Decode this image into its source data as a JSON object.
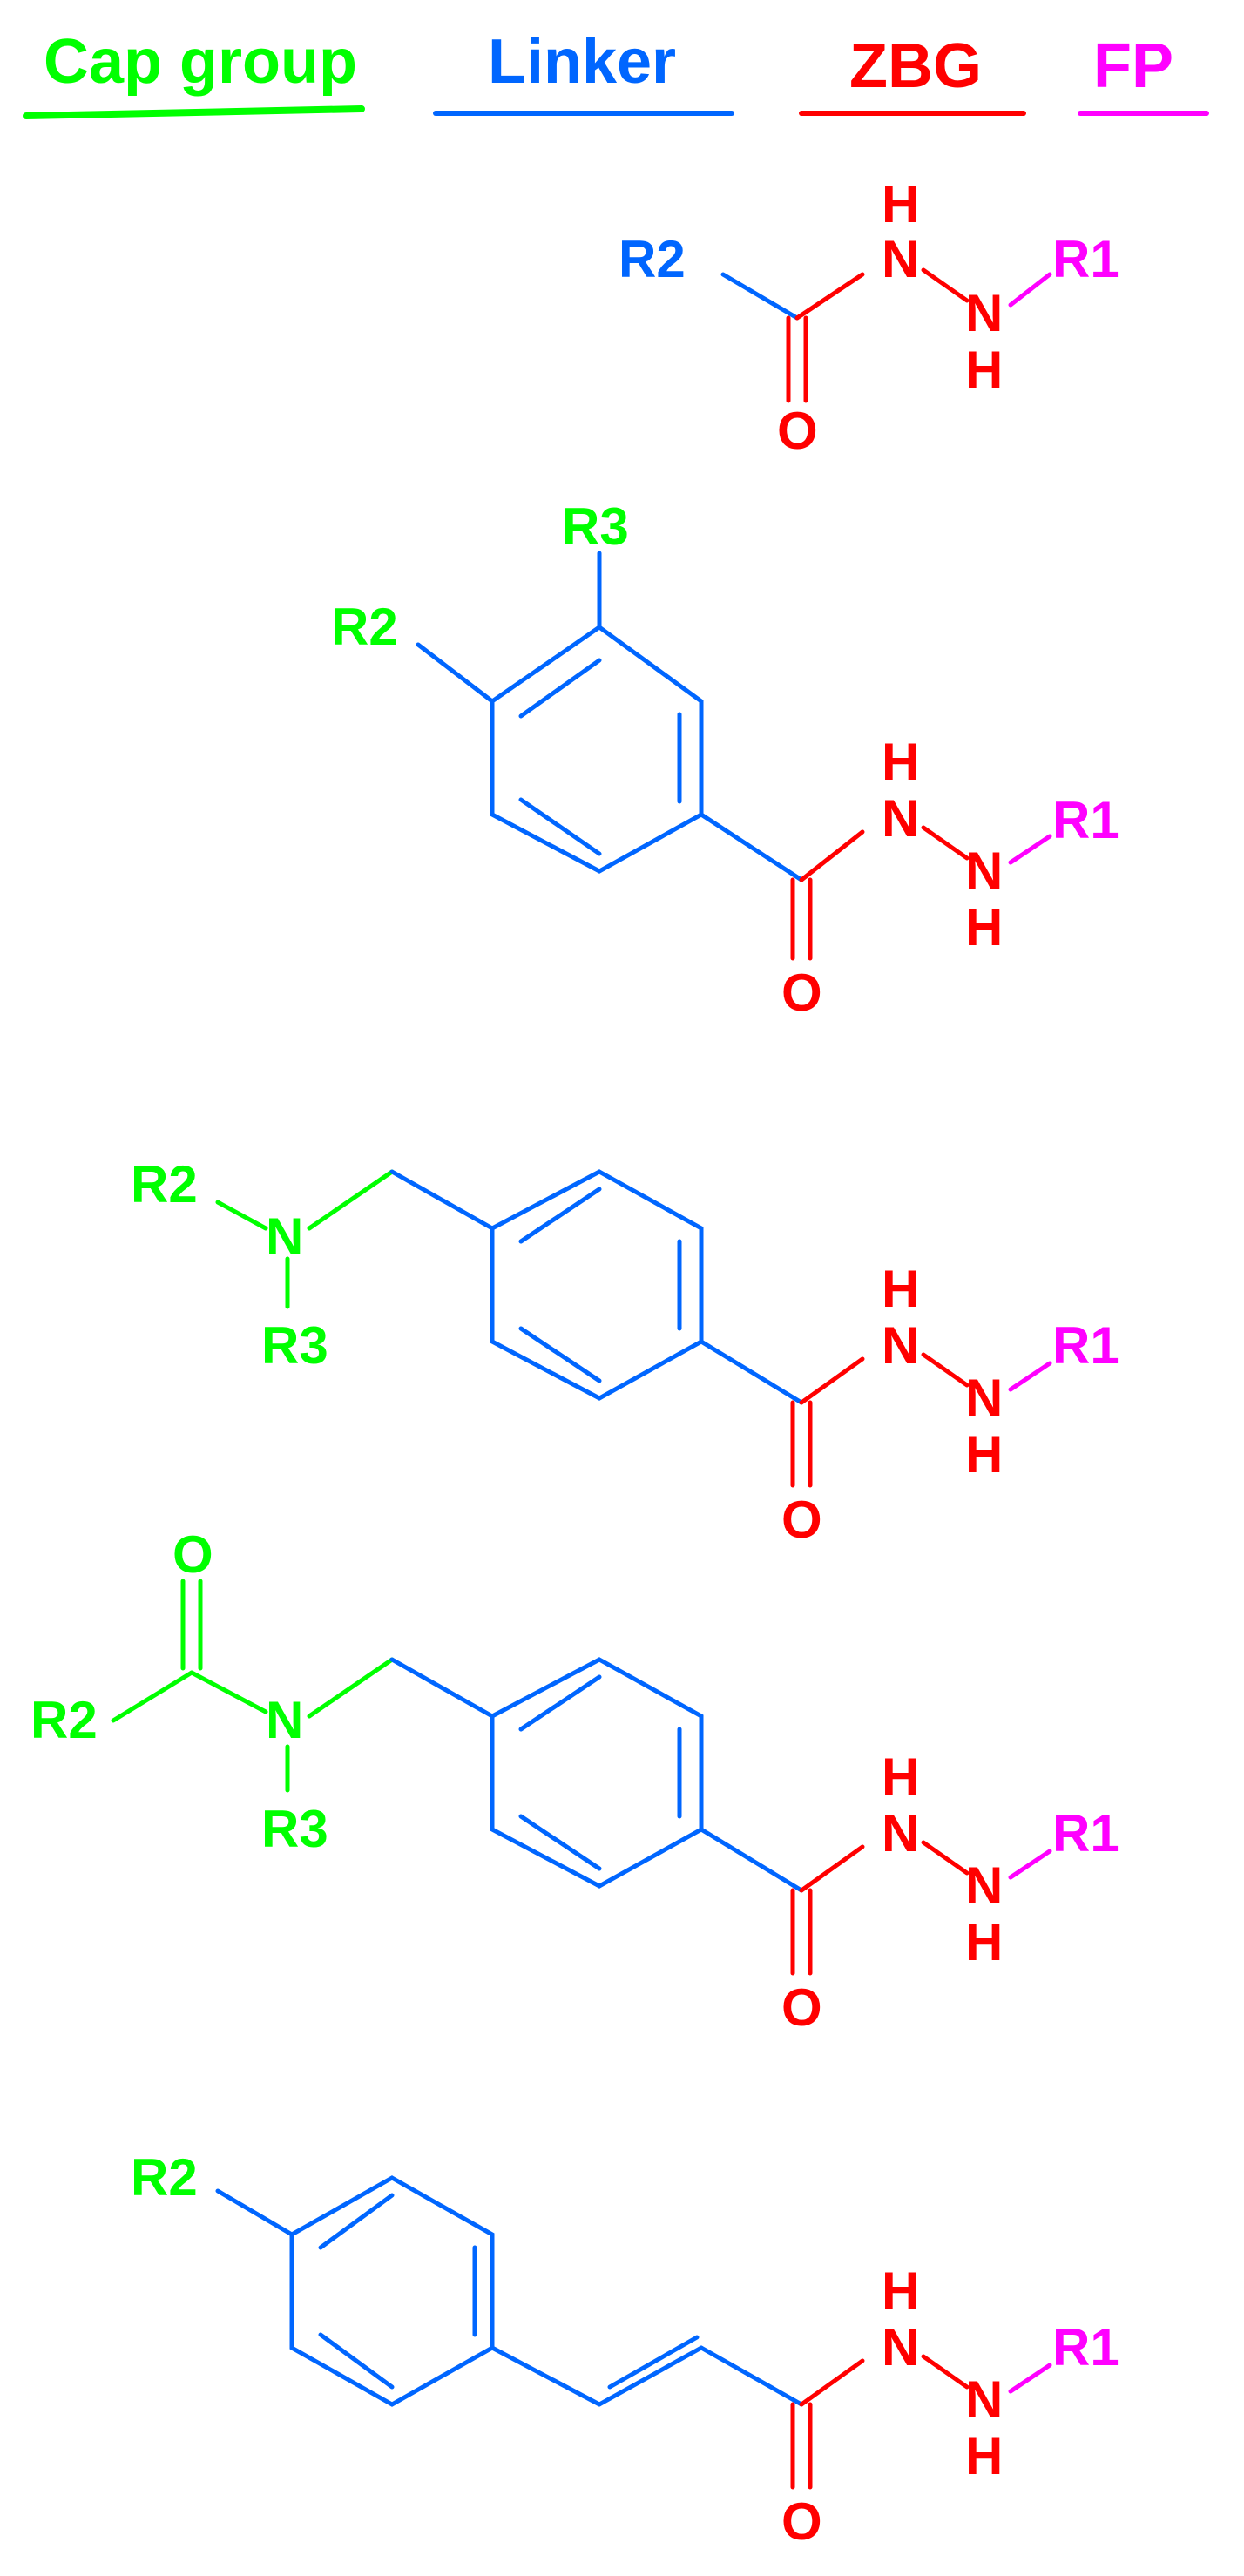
{
  "legend": {
    "cap_group": {
      "label": "Cap group",
      "color": "#00ff00"
    },
    "linker": {
      "label": "Linker",
      "color": "#0066ff"
    },
    "zbg": {
      "label": "ZBG",
      "color": "#ff0000"
    },
    "fp": {
      "label": "FP",
      "color": "#ff00ff"
    }
  },
  "atoms": {
    "H": "H",
    "N": "N",
    "O": "O"
  },
  "structures": [
    {
      "id": 1,
      "description": "R2-C(=O)-NH-NH-R1 acylhydrazide",
      "labels": {
        "R2": "R2",
        "R1": "R1"
      }
    },
    {
      "id": 2,
      "description": "3-R3-4-R2-benzoyl hydrazide",
      "labels": {
        "R2": "R2",
        "R3": "R3",
        "R1": "R1"
      }
    },
    {
      "id": 3,
      "description": "4-(R2R3N-methyl)benzoyl hydrazide",
      "labels": {
        "R2": "R2",
        "R3": "R3",
        "R1": "R1"
      }
    },
    {
      "id": 4,
      "description": "4-(R2-C(=O)-N(R3)-methyl)benzoyl hydrazide",
      "labels": {
        "R2": "R2",
        "R3": "R3",
        "R1": "R1"
      }
    },
    {
      "id": 5,
      "description": "4-R2-cinnamoyl hydrazide",
      "labels": {
        "R2": "R2",
        "R1": "R1"
      }
    }
  ]
}
